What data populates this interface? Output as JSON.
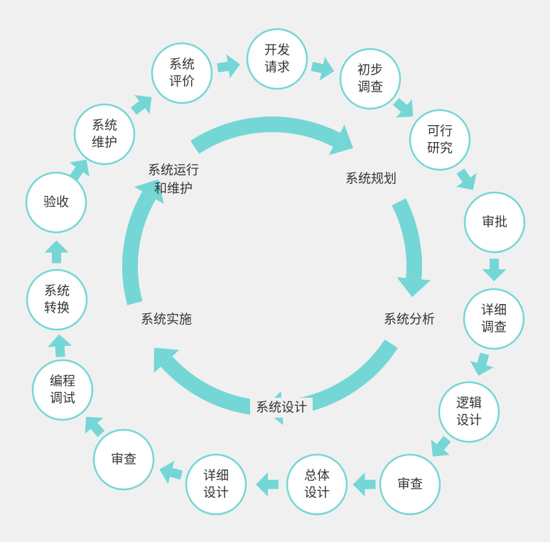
{
  "colors": {
    "accent": "#75d6d6",
    "background": "#f0f0f0",
    "node_fill": "#ffffff",
    "text": "#333333"
  },
  "outer_nodes": [
    {
      "id": "kaifa-qingqiu",
      "lines": [
        "开发",
        "请求"
      ]
    },
    {
      "id": "chubu-diaocha",
      "lines": [
        "初步",
        "调查"
      ]
    },
    {
      "id": "kexing-yanjiu",
      "lines": [
        "可行",
        "研究"
      ]
    },
    {
      "id": "shenpi",
      "lines": [
        "审批"
      ]
    },
    {
      "id": "xiangxi-diaocha",
      "lines": [
        "详细",
        "调查"
      ]
    },
    {
      "id": "luoji-sheji",
      "lines": [
        "逻辑",
        "设计"
      ]
    },
    {
      "id": "shencha-1",
      "lines": [
        "审查"
      ]
    },
    {
      "id": "zongti-sheji",
      "lines": [
        "总体",
        "设计"
      ]
    },
    {
      "id": "xiangxi-sheji",
      "lines": [
        "详细",
        "设计"
      ]
    },
    {
      "id": "shencha-2",
      "lines": [
        "审查"
      ]
    },
    {
      "id": "biancheng-tiaoshi",
      "lines": [
        "编程",
        "调试"
      ]
    },
    {
      "id": "xitong-zhuanhuan",
      "lines": [
        "系统",
        "转换"
      ]
    },
    {
      "id": "yanshou",
      "lines": [
        "验收"
      ]
    },
    {
      "id": "xitong-weihu",
      "lines": [
        "系统",
        "维护"
      ]
    },
    {
      "id": "xitong-pingjia",
      "lines": [
        "系统",
        "评价"
      ]
    }
  ],
  "inner_cycle": {
    "stages": [
      {
        "id": "guihua",
        "lines": [
          "系统规划"
        ]
      },
      {
        "id": "fenxi",
        "lines": [
          "系统分析"
        ]
      },
      {
        "id": "sheji",
        "lines": [
          "系统设计"
        ]
      },
      {
        "id": "shishi",
        "lines": [
          "系统实施"
        ]
      },
      {
        "id": "yunxing",
        "lines": [
          "系统运行",
          "和维护"
        ]
      }
    ]
  }
}
